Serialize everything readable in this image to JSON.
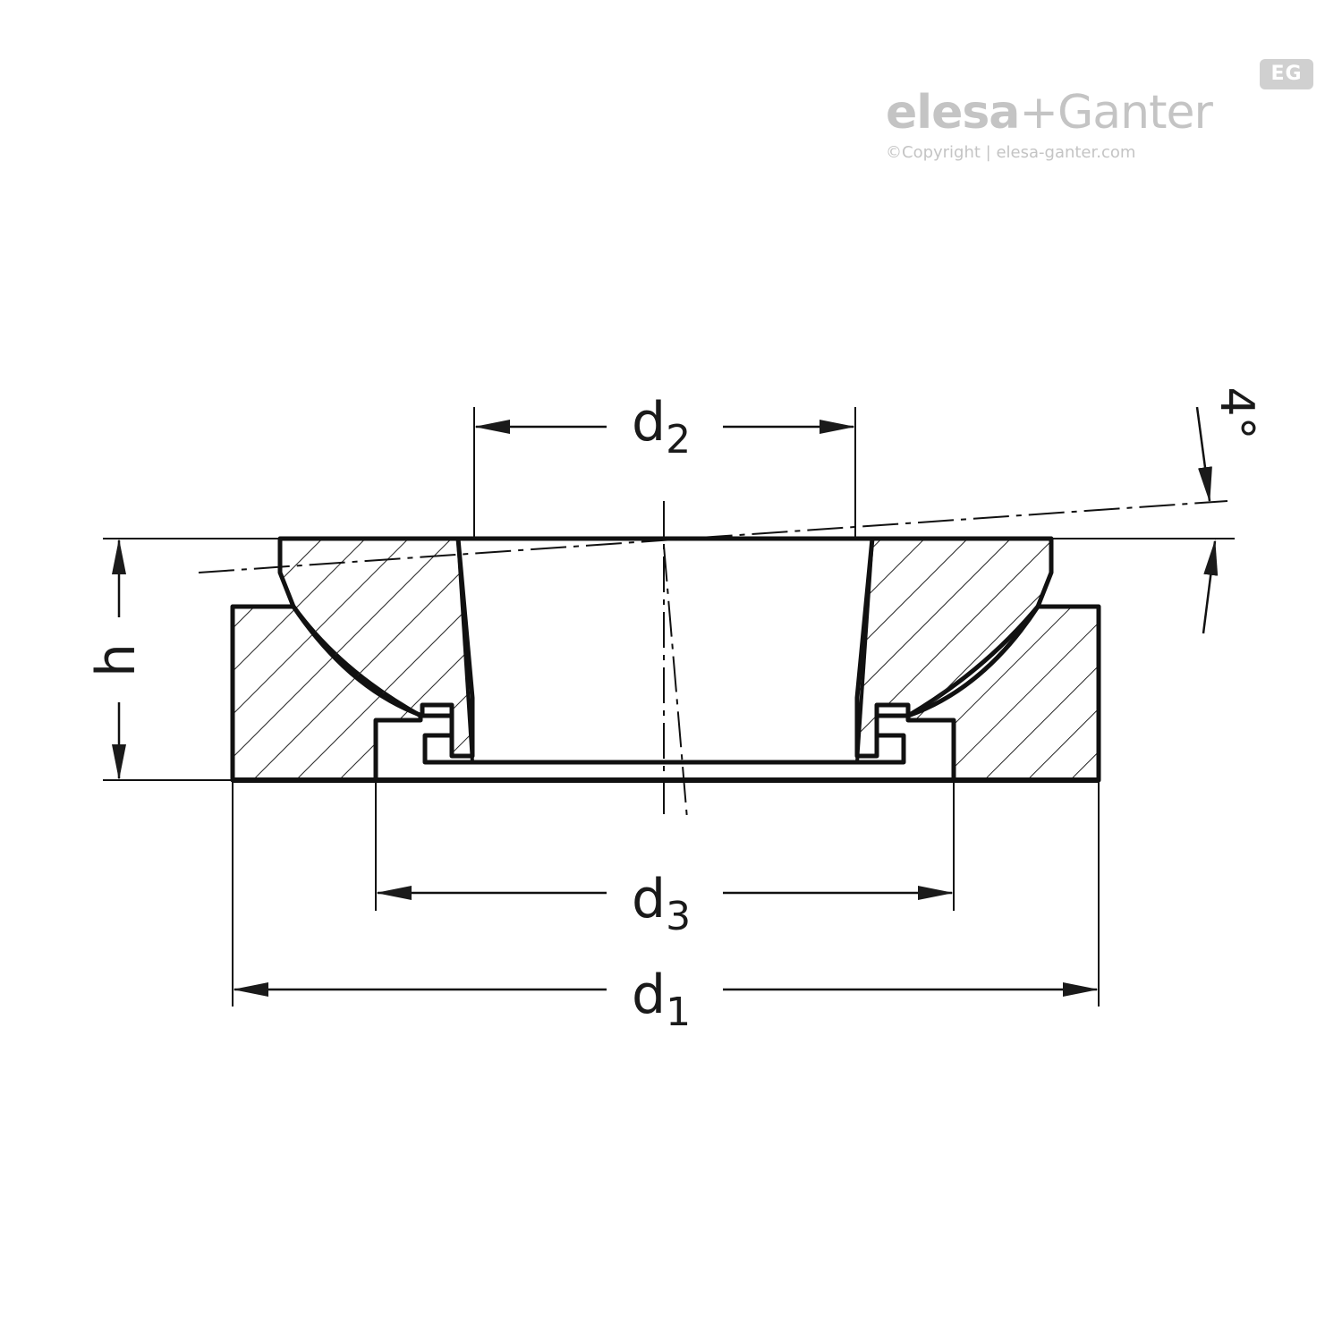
{
  "brand": {
    "name_part1": "elesa",
    "plus": "+",
    "name_part2": "Ganter",
    "badge": "EG",
    "copyright": "©Copyright | elesa-ganter.com"
  },
  "dimensions": {
    "d1": {
      "base": "d",
      "sub": "1"
    },
    "d2": {
      "base": "d",
      "sub": "2"
    },
    "d3": {
      "base": "d",
      "sub": "3"
    },
    "h": "h",
    "angle": "4°"
  }
}
